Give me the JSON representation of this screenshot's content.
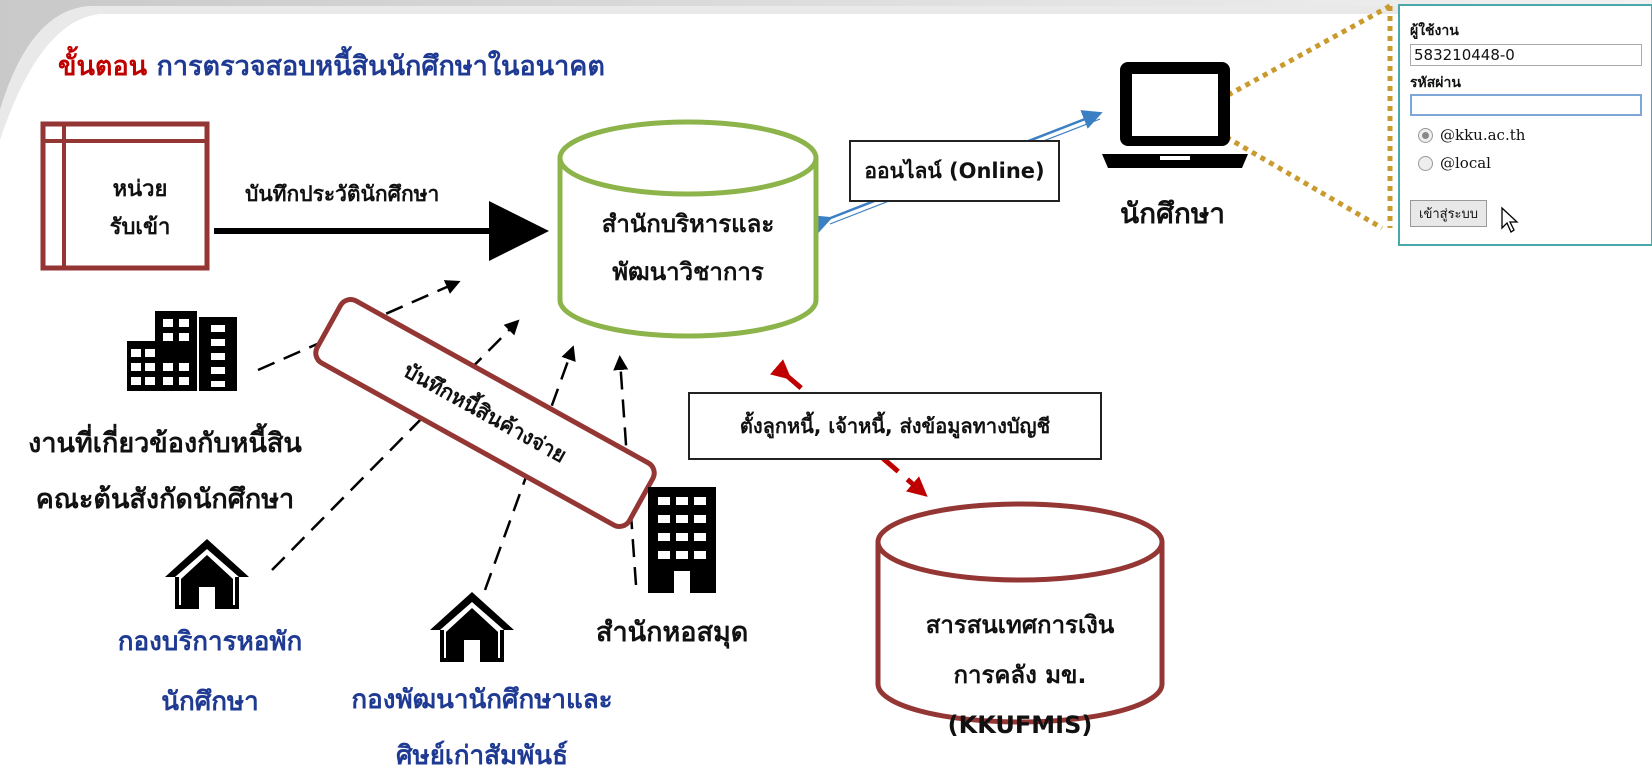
{
  "title": {
    "part1": "ขั้นตอน",
    "part2": "การตรวจสอบหนี้สินนักศึกษาในอนาคต"
  },
  "admission_unit": {
    "line1": "หน่วย",
    "line2": "รับเข้า"
  },
  "record_history_label": "บันทึกประวัตินักศึกษา",
  "academic_office": {
    "line1": "สำนักบริหารและ",
    "line2": "พัฒนาวิชาการ"
  },
  "online_label": "ออนไลน์ (Online)",
  "student_label": "นักศึกษา",
  "login": {
    "username_caption": "ผู้ใช้งาน",
    "username_value": "583210448-0",
    "password_caption": "รหัสผ่าน",
    "password_value": "",
    "option_kku": "@kku.ac.th",
    "option_local": "@local",
    "login_button": "เข้าสู่ระบบ"
  },
  "related_units": {
    "line1": "งานที่เกี่ยวข้องกับหนี้สิน",
    "line2": "คณะต้นสังกัดนักศึกษา"
  },
  "record_debt_label": "บันทึกหนี้สินค้างจ่าย",
  "debt_setup_label": "ตั้งลูกหนี้, เจ้าหนี้, ส่งข้อมูลทางบัญชี",
  "dormitory": {
    "line1": "กองบริการหอพัก",
    "line2": "นักศึกษา"
  },
  "student_dev": {
    "line1": "กองพัฒนานักศึกษาและ",
    "line2": "ศิษย์เก่าสัมพันธ์"
  },
  "library_label": "สำนักหอสมุด",
  "finance_system": {
    "line1": "สารสนเทศการเงิน",
    "line2": "การคลัง มข.",
    "line3": "(KKUFMIS)"
  },
  "colors": {
    "title_red": "#c00000",
    "title_blue": "#1f3a93",
    "db_green": "#8db44a",
    "db_maroon": "#943634",
    "arrow_blue": "#3b7fc4",
    "arrow_red": "#c00000"
  }
}
